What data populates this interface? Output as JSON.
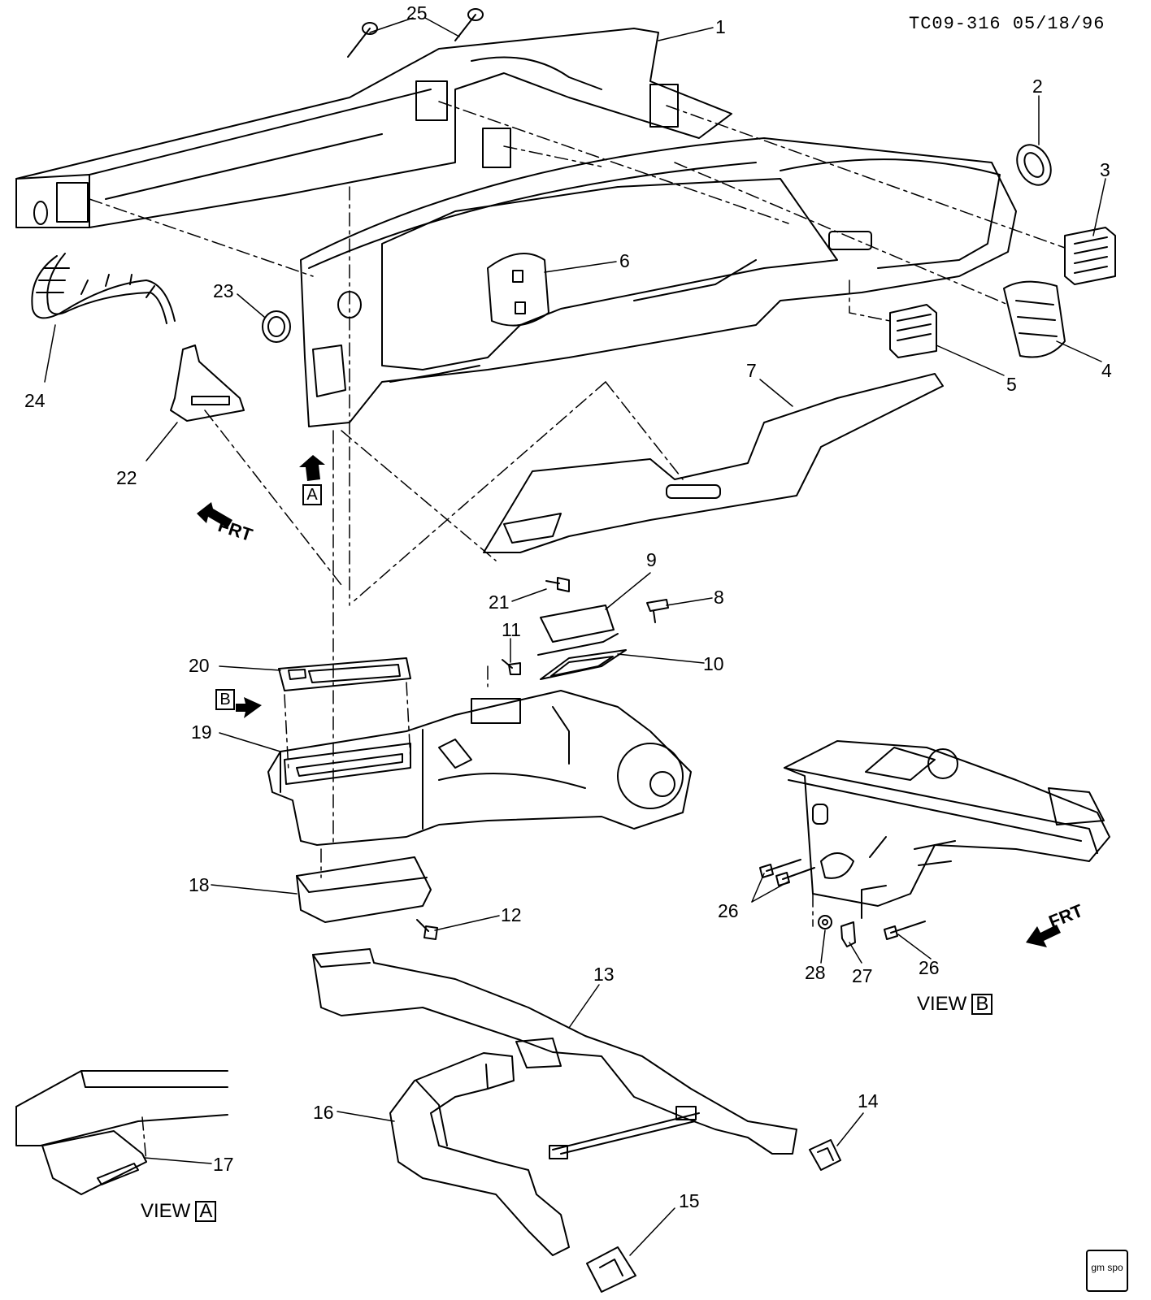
{
  "doc_id": "TC09-316 05/18/96",
  "frt_label": "FRT",
  "view_a": {
    "word": "VIEW",
    "letter": "A"
  },
  "view_b": {
    "word": "VIEW",
    "letter": "B"
  },
  "flag_a": "A",
  "flag_b": "B",
  "logo_text": "gm spo",
  "callouts": {
    "c1": "1",
    "c2": "2",
    "c3": "3",
    "c4": "4",
    "c5": "5",
    "c6": "6",
    "c7": "7",
    "c8": "8",
    "c9": "9",
    "c10": "10",
    "c11": "11",
    "c12": "12",
    "c13": "13",
    "c14": "14",
    "c15": "15",
    "c16": "16",
    "c17": "17",
    "c18": "18",
    "c19": "19",
    "c20": "20",
    "c21": "21",
    "c22": "22",
    "c23": "23",
    "c24": "24",
    "c25": "25",
    "c26a": "26",
    "c26b": "26",
    "c27": "27",
    "c28": "28"
  }
}
